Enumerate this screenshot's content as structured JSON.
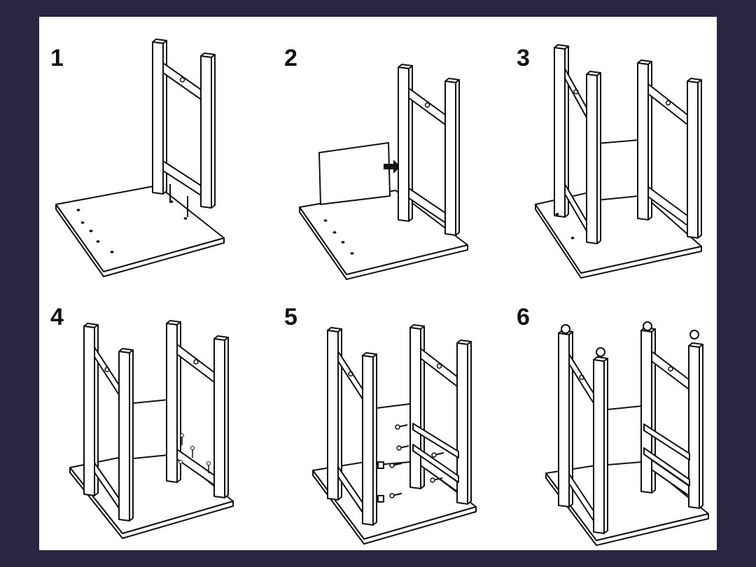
{
  "steps": [
    {
      "number": "1"
    },
    {
      "number": "2"
    },
    {
      "number": "3"
    },
    {
      "number": "4"
    },
    {
      "number": "5"
    },
    {
      "number": "6"
    }
  ],
  "colors": {
    "frame": "#29263f",
    "paper": "#ffffff",
    "ink": "#111111"
  }
}
